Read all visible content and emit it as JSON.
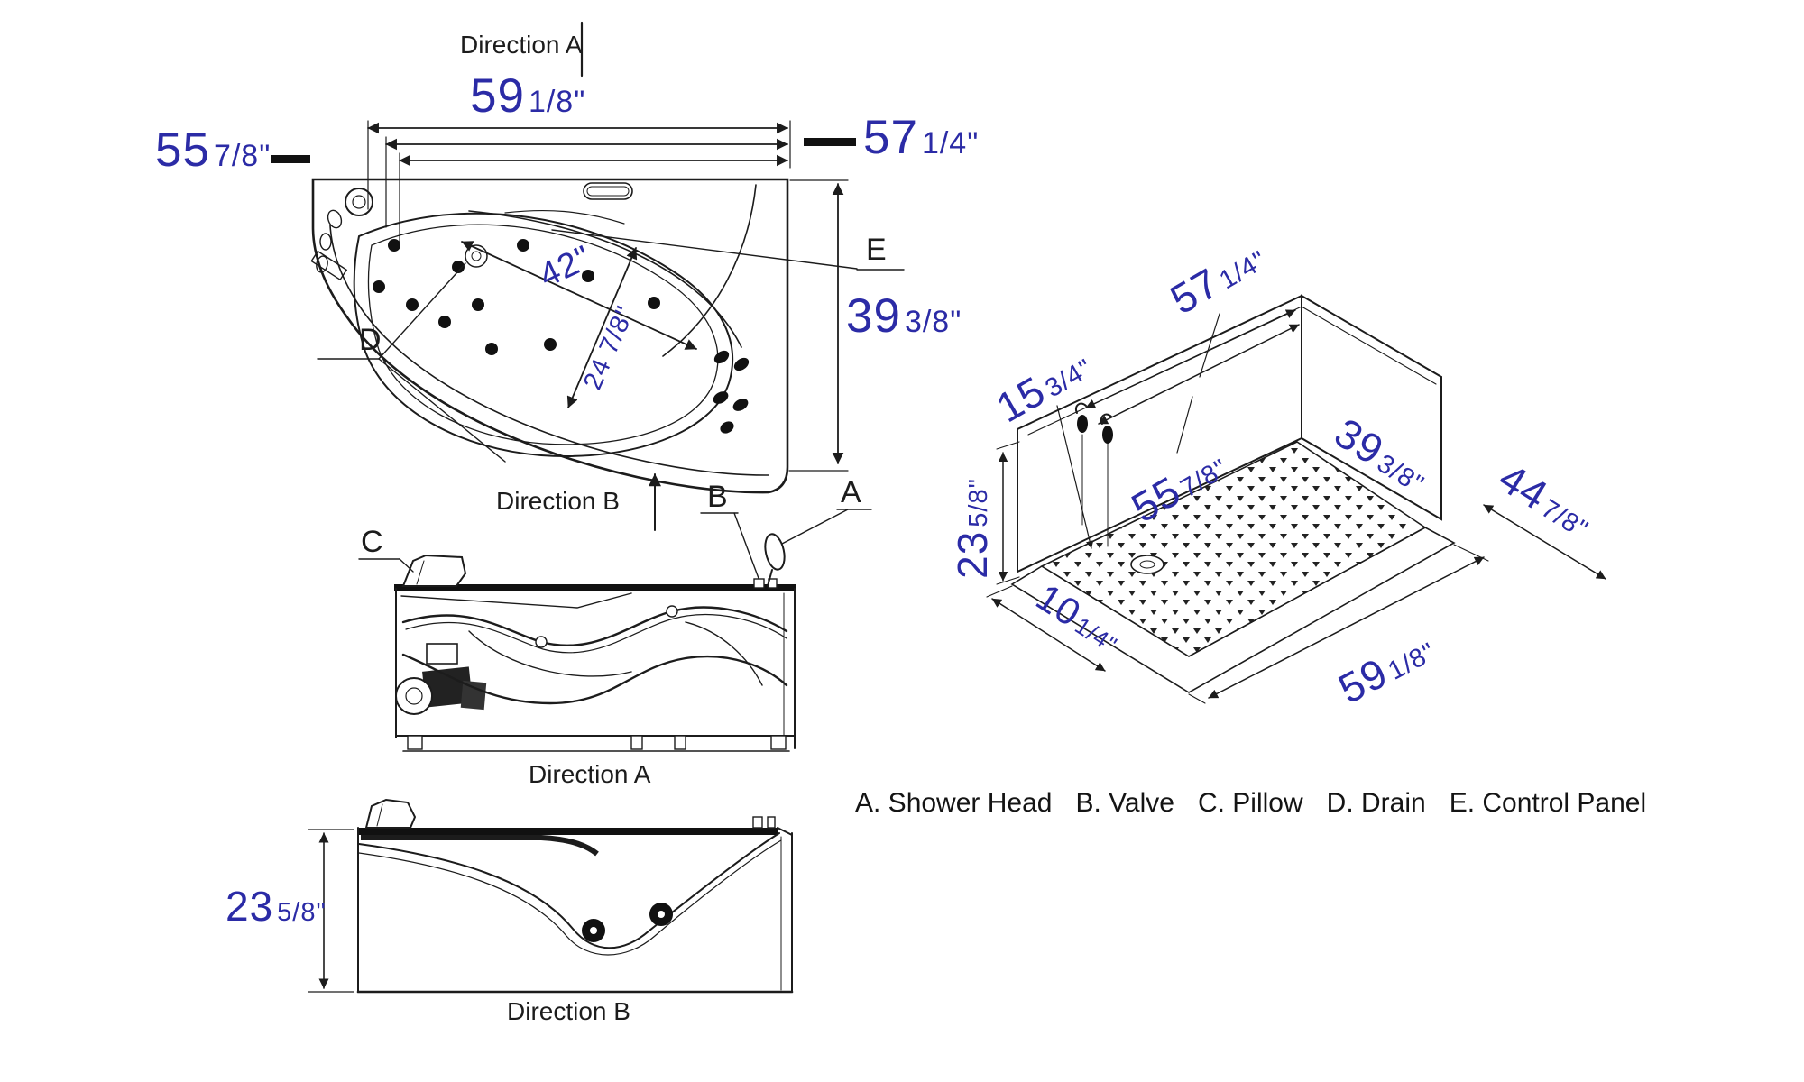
{
  "colors": {
    "dim_blue": "#2b2ba6",
    "ink": "#1c1c1c"
  },
  "views": {
    "top": {
      "direction_a": "Direction A",
      "direction_b": "Direction B",
      "dims": {
        "width_overall": {
          "whole": "59",
          "frac": "1/8\""
        },
        "width_inner": {
          "whole": "55",
          "frac": "7/8\""
        },
        "width_rim": {
          "whole": "57",
          "frac": "1/4\""
        },
        "depth": {
          "whole": "39",
          "frac": "3/8\""
        },
        "diag_long": "42\"",
        "diag_short": "24 7/8\""
      },
      "callouts": {
        "drain": "D",
        "control_panel": "E",
        "valve": "B",
        "shower_head": "A"
      }
    },
    "side_a": {
      "caption": "Direction A",
      "callouts": {
        "pillow": "C"
      }
    },
    "side_b": {
      "caption": "Direction B",
      "dims": {
        "height": {
          "whole": "23",
          "frac": "5/8\""
        }
      }
    },
    "iso": {
      "dims": {
        "rim_top": {
          "whole": "57",
          "frac": "1/4\""
        },
        "offset_inner": {
          "whole": "15",
          "frac": "3/4\""
        },
        "wall_long": {
          "whole": "55",
          "frac": "7/8\""
        },
        "wall_short": {
          "whole": "39",
          "frac": "3/8\""
        },
        "depth_overall": {
          "whole": "44",
          "frac": "7/8\""
        },
        "height": {
          "whole": "23",
          "frac": "5/8\""
        },
        "front_offset": {
          "whole": "10",
          "frac": "1/4\""
        },
        "width_overall": {
          "whole": "59",
          "frac": "1/8\""
        }
      }
    },
    "legend": {
      "items": [
        "A. Shower Head",
        "B. Valve",
        "C. Pillow",
        "D. Drain",
        "E. Control Panel"
      ]
    }
  }
}
